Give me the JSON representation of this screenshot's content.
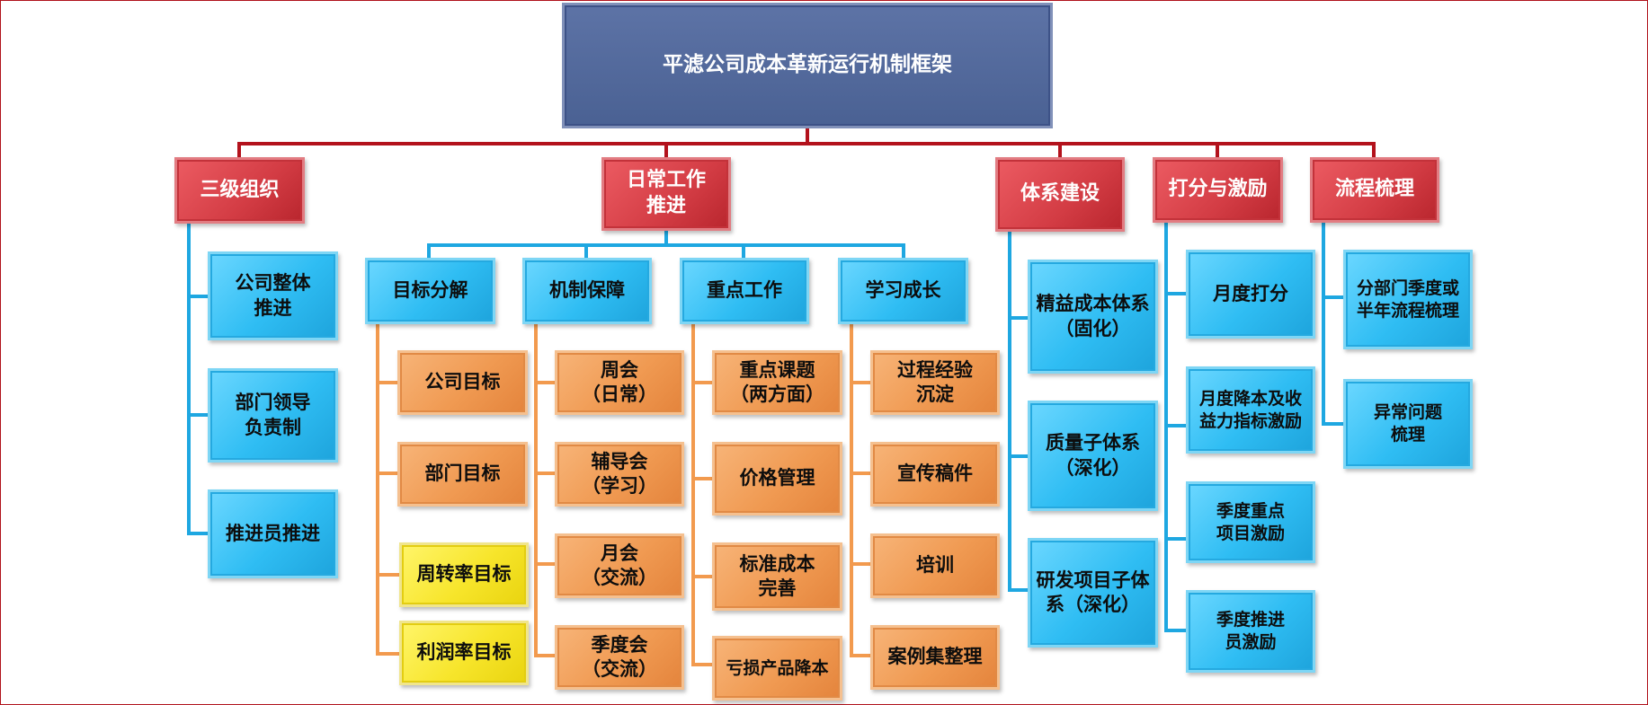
{
  "title": "平滤公司成本革新运行机制框架",
  "categories": {
    "org": "三级组织",
    "daily": "日常工作\n推进",
    "system": "体系建设",
    "score": "打分与激励",
    "process": "流程梳理"
  },
  "org_items": [
    "公司整体\n推进",
    "部门领导\n负责制",
    "推进员推进"
  ],
  "daily_subs": [
    "目标分解",
    "机制保障",
    "重点工作",
    "学习成长"
  ],
  "goal_items": [
    "公司目标",
    "部门目标",
    "周转率目标",
    "利润率目标"
  ],
  "mechanism_items": [
    "周会\n（日常）",
    "辅导会\n（学习）",
    "月会\n（交流）",
    "季度会\n（交流）"
  ],
  "key_items": [
    "重点课题\n（两方面）",
    "价格管理",
    "标准成本\n完善",
    "亏损产品降本"
  ],
  "learning_items": [
    "过程经验\n沉淀",
    "宣传稿件",
    "培训",
    "案例集整理"
  ],
  "system_items": [
    "精益成本体系\n（固化）",
    "质量子体系\n（深化）",
    "研发项目子体\n系（深化）"
  ],
  "score_items": [
    "月度打分",
    "月度降本及收\n益力指标激励",
    "季度重点\n项目激励",
    "季度推进\n员激励"
  ],
  "process_items": [
    "分部门季度或\n半年流程梳理",
    "异常问题\n梳理"
  ],
  "colors": {
    "red_line": "#b3121c",
    "blue_line": "#1ea7e1",
    "orange_line": "#f29a4e",
    "title_fill": "#556ca0",
    "red_fill": "#d93f47",
    "blue_fill": "#36c1f2",
    "orange_fill": "#f0a15d",
    "yellow_fill": "#f6e42a"
  }
}
